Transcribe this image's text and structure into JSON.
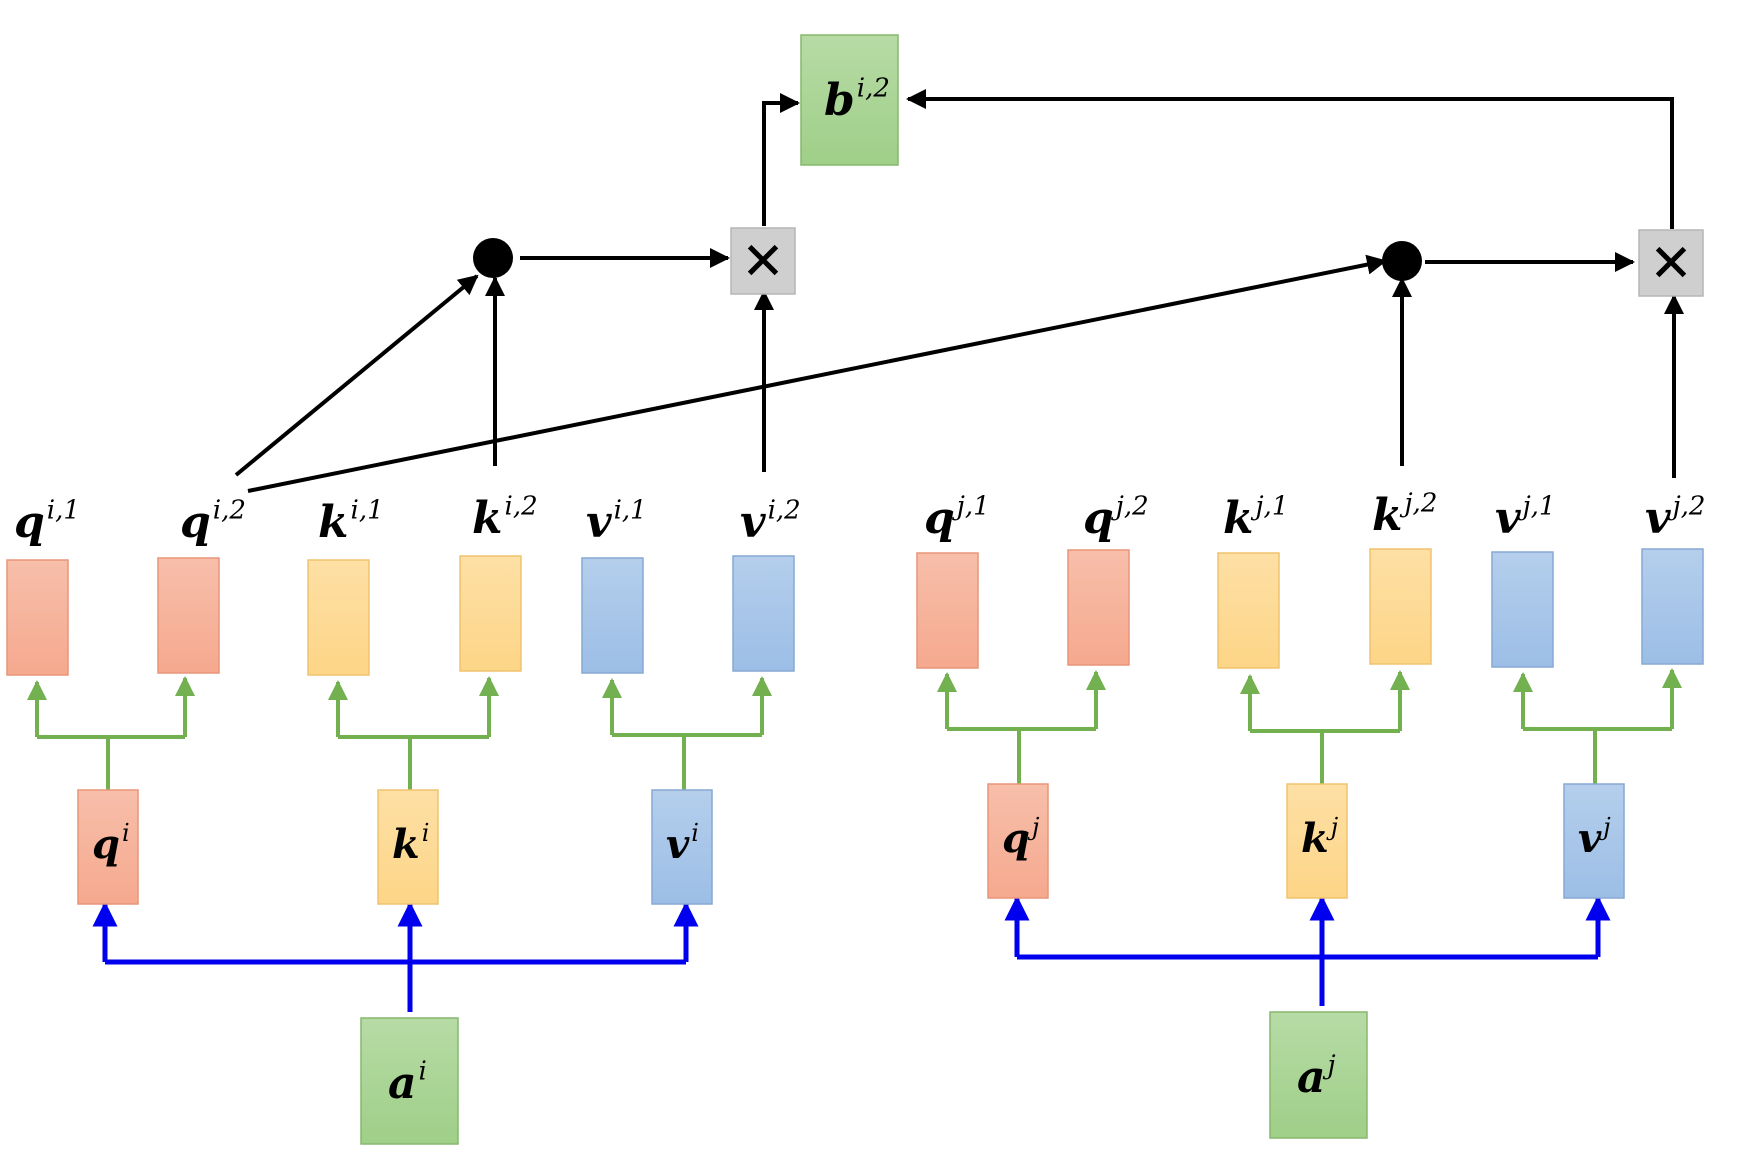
{
  "colors": {
    "query": "#f5a98e",
    "key": "#fdd587",
    "value": "#9cbee6",
    "input": "#9fcf88",
    "output": "#9fcf88",
    "operator": "#cfcfcf",
    "input_arrows": "#0000ee",
    "split_arrows": "#72b050",
    "flow_arrows": "#000000"
  },
  "output": {
    "base": "b",
    "sup": "i,2"
  },
  "inputs": [
    {
      "base": "a",
      "sup": "i"
    },
    {
      "base": "a",
      "sup": "j"
    }
  ],
  "projections": [
    {
      "base": "q",
      "sup": "i"
    },
    {
      "base": "k",
      "sup": "i"
    },
    {
      "base": "v",
      "sup": "i"
    },
    {
      "base": "q",
      "sup": "j"
    },
    {
      "base": "k",
      "sup": "j"
    },
    {
      "base": "v",
      "sup": "j"
    }
  ],
  "heads": [
    {
      "base": "q",
      "sup": "i,1"
    },
    {
      "base": "q",
      "sup": "i,2"
    },
    {
      "base": "k",
      "sup": "i,1"
    },
    {
      "base": "k",
      "sup": "i,2"
    },
    {
      "base": "v",
      "sup": "i,1"
    },
    {
      "base": "v",
      "sup": "i,2"
    },
    {
      "base": "q",
      "sup": "j,1"
    },
    {
      "base": "q",
      "sup": "j,2"
    },
    {
      "base": "k",
      "sup": "j,1"
    },
    {
      "base": "k",
      "sup": "j,2"
    },
    {
      "base": "v",
      "sup": "j,1"
    },
    {
      "base": "v",
      "sup": "j,2"
    }
  ],
  "operators": {
    "dot": "dot-product",
    "multiply": "✕"
  }
}
